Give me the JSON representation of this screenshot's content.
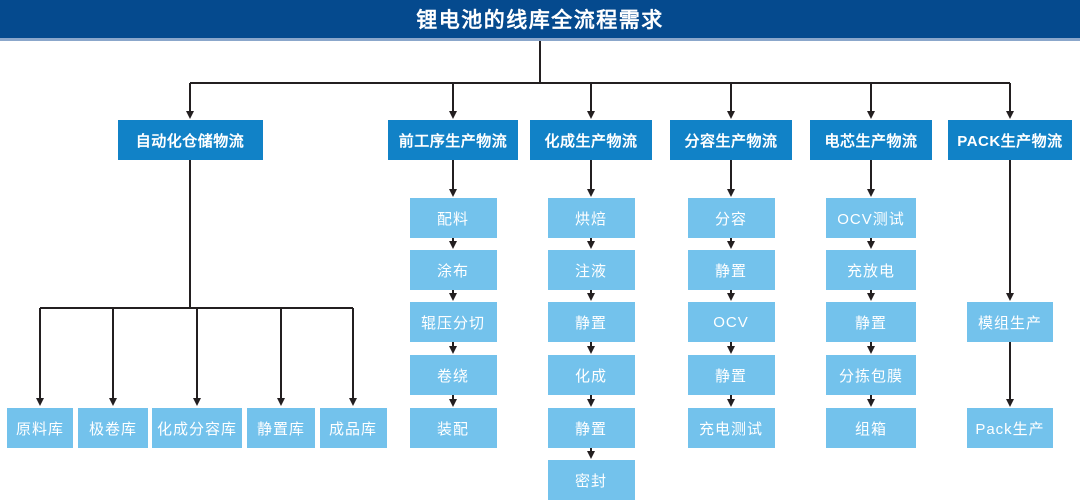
{
  "title": "锂电池的线库全流程需求",
  "colors": {
    "header_bg": "#054a8e",
    "header_edge": "#8ba7cb",
    "category_bg": "#1182c7",
    "step_bg": "#73c2ec",
    "connector": "#231f20",
    "text": "#ffffff"
  },
  "columns": [
    {
      "label": "自动化仓储物流",
      "warehouses": [
        "原料库",
        "极卷库",
        "化成分容库",
        "静置库",
        "成品库"
      ]
    },
    {
      "label": "前工序生产物流",
      "steps": [
        "配料",
        "涂布",
        "辊压分切",
        "卷绕",
        "装配"
      ]
    },
    {
      "label": "化成生产物流",
      "steps": [
        "烘焙",
        "注液",
        "静置",
        "化成",
        "静置",
        "密封"
      ]
    },
    {
      "label": "分容生产物流",
      "steps": [
        "分容",
        "静置",
        "OCV",
        "静置",
        "充电测试"
      ]
    },
    {
      "label": "电芯生产物流",
      "steps": [
        "OCV测试",
        "充放电",
        "静置",
        "分拣包膜",
        "组箱"
      ]
    },
    {
      "label": "PACK生产物流",
      "steps": [
        "模组生产",
        "Pack生产"
      ]
    }
  ]
}
